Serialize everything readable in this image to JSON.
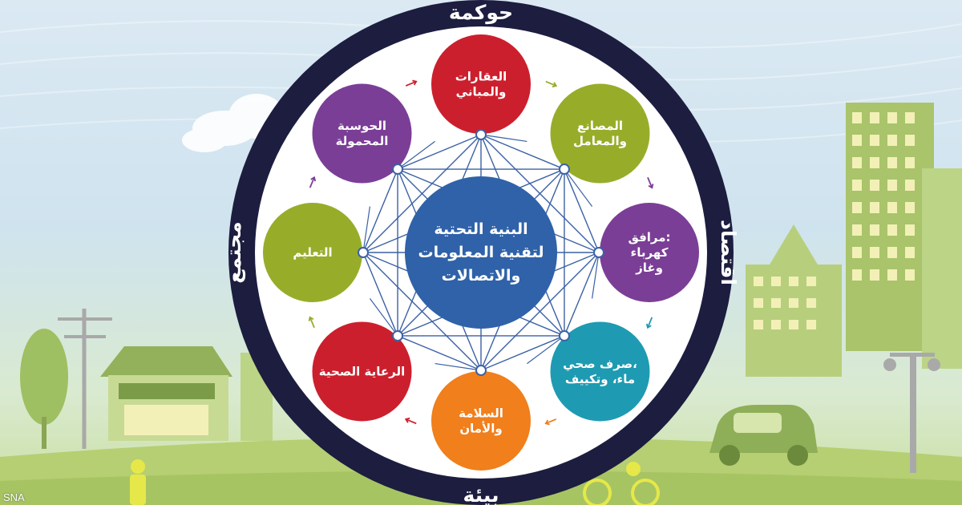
{
  "ring": {
    "top": "حوكمة",
    "right": "اقتصاد",
    "bottom": "بيئة",
    "left": "مجتمع"
  },
  "hub": {
    "lines": [
      "البنية التحتية",
      "لتقنية المعلومات",
      "والاتصالات"
    ],
    "color": "#2f62a8"
  },
  "nodes": [
    {
      "name": "node-real-estate",
      "lines": [
        "العقارات",
        "والمباني"
      ],
      "color": "#cc1f2d"
    },
    {
      "name": "node-factories",
      "lines": [
        "المصانع",
        "والمعامل"
      ],
      "color": "#97ad2a"
    },
    {
      "name": "node-utilities",
      "lines": [
        "مرافق:",
        "كهرباء",
        "وغاز"
      ],
      "color": "#7b3e96"
    },
    {
      "name": "node-sanitation",
      "lines": [
        "صرف صحي،",
        "ماء، وتكييف"
      ],
      "color": "#1e9bb2"
    },
    {
      "name": "node-safety",
      "lines": [
        "السلامة",
        "والأمان"
      ],
      "color": "#f07f1c"
    },
    {
      "name": "node-healthcare",
      "lines": [
        "الرعاية الصحية"
      ],
      "color": "#cc1f2d"
    },
    {
      "name": "node-education",
      "lines": [
        "التعليم"
      ],
      "color": "#97ad2a"
    },
    {
      "name": "node-mobile-computing",
      "lines": [
        "الحوسبة",
        "المحمولة"
      ],
      "color": "#7b3e96"
    }
  ],
  "colors": {
    "ring": "#1c1d3f",
    "disc": "#ffffff",
    "network": "#3b61a4",
    "connector_fill": "#ffffff"
  },
  "credit": "SNA"
}
